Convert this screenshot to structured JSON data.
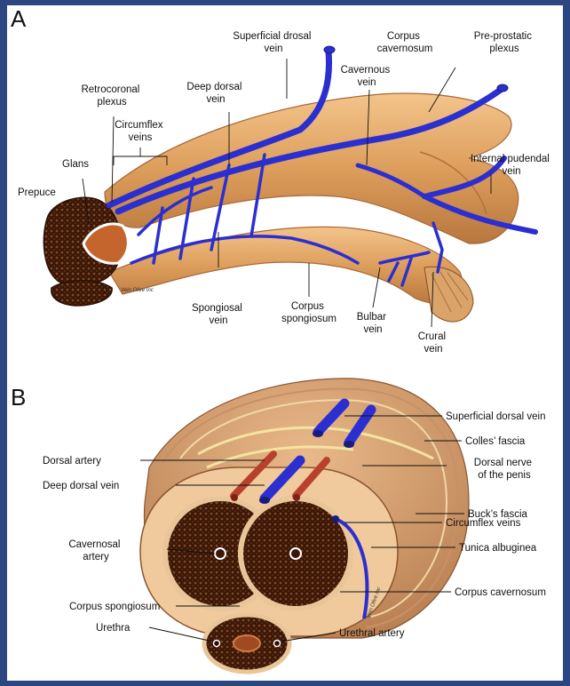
{
  "figure": {
    "panel_a": {
      "letter": "A",
      "labels": {
        "superficial_dorsal_vein": [
          "Superficial drosal",
          "vein"
        ],
        "corpus_cavernosum": [
          "Corpus",
          "cavernosum"
        ],
        "pre_prostatic_plexus": [
          "Pre-prostatic",
          "plexus"
        ],
        "retrocoronal_plexus": [
          "Retrocoronal",
          "plexus"
        ],
        "deep_dorsal_vein": [
          "Deep dorsal",
          "vein"
        ],
        "cavernous_vein": [
          "Cavernous",
          "vein"
        ],
        "circumflex_veins": [
          "Circumflex",
          "veins"
        ],
        "glans": [
          "Glans"
        ],
        "prepuce": [
          "Prepuce"
        ],
        "internal_pudendal_vein": [
          "Internal pudendal",
          "vein"
        ],
        "spongiosal_vein": [
          "Spongiosal",
          "vein"
        ],
        "corpus_spongiosum": [
          "Corpus",
          "spongiosum"
        ],
        "bulbar_vein": [
          "Bulbar",
          "vein"
        ],
        "crural_vein": [
          "Crural",
          "vein"
        ]
      }
    },
    "panel_b": {
      "letter": "B",
      "labels": {
        "superficial_dorsal_vein": [
          "Superficial dorsal vein"
        ],
        "colles_fascia": [
          "Colles’ fascia"
        ],
        "dorsal_artery": [
          "Dorsal artery"
        ],
        "dorsal_nerve": [
          "Dorsal nerve",
          "of the penis"
        ],
        "deep_dorsal_vein": [
          "Deep dorsal vein"
        ],
        "bucks_fascia": [
          "Buck’s fascia"
        ],
        "circumflex_veins": [
          "Circumflex veins"
        ],
        "cavernosal_artery": [
          "Cavernosal",
          "artery"
        ],
        "tunica_albuginea": [
          "Tunica albuginea"
        ],
        "corpus_cavernosum": [
          "Corpus cavernosum"
        ],
        "corpus_spongiosum": [
          "Corpus spongiosum"
        ],
        "urethra": [
          "Urethra"
        ],
        "urethral_artery": [
          "Urethral artery"
        ]
      }
    },
    "signature": "Vein Olive Inc",
    "colors": {
      "background_frame": "#2b4680",
      "vein": "#2b2fd0",
      "tissue": "#e0a869",
      "sponge": "#3a1808",
      "artery": "#b8412e",
      "nerve": "#f3e4a0"
    }
  }
}
